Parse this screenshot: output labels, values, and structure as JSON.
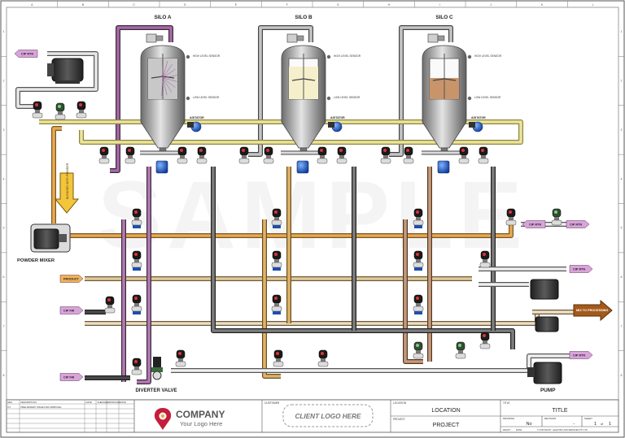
{
  "grid": {
    "columns": [
      "A",
      "B",
      "C",
      "D",
      "E",
      "F",
      "G",
      "H",
      "I",
      "J",
      "K",
      "L"
    ],
    "rows": [
      "1",
      "2",
      "3",
      "4",
      "5",
      "6",
      "7",
      "8"
    ]
  },
  "silos": [
    {
      "name": "SILO A",
      "fill": "#c8c8c8"
    },
    {
      "name": "SILO B",
      "fill": "#f6efcc"
    },
    {
      "name": "SILO C",
      "fill": "#c9946a"
    }
  ],
  "sensors": {
    "high": "HIGH LEVEL SENSOR",
    "low": "LOW LEVEL SENSOR"
  },
  "agitator_label": "AGITATOR",
  "equipment": {
    "powder_mixer": "POWDER MIXER",
    "diverter_valve": "DIVERTER VALVE",
    "pump": "PUMP",
    "vertical_arrow_text": "BLENDED WITH POWDER"
  },
  "flags": {
    "cip_rtn_top": "CIP RTN",
    "cip_rtn_right1": "CIP RTN",
    "cip_rtn_right2": "CIP RTN",
    "cip_rtn_right3": "CIP RTN",
    "cip_rtn_right4": "CIP RTN",
    "product": "PRODUCT",
    "cip_fw_1": "CIP FW",
    "cip_fw_2": "CIP FW",
    "processing": "MIX TO PROCESSING"
  },
  "title_block": {
    "rev_headers": [
      "REV",
      "DESCRIPTION",
      "DATE",
      "CHECKED",
      "APPROVED",
      "DATE"
    ],
    "rev_row": [
      "P1",
      "PRELIMINARY ISSUE FOR APPROVAL",
      "",
      "",
      "",
      ""
    ],
    "company": "COMPANY",
    "tagline": "Your Logo Here",
    "customer_label": "CUSTOMER",
    "client_logo": "CLIENT LOGO HERE",
    "location_label": "LOCATION",
    "location": "LOCATION",
    "project_label": "PROJECT",
    "project": "PROJECT",
    "title_label": "TITLE",
    "title": "TITLE",
    "drawing_no_label": "DRAWING",
    "drawing_no": "No",
    "revision_label": "REVISION",
    "revision": "-",
    "sheet_label": "SHEET",
    "sheet": "1",
    "of": "of",
    "sheets": "1",
    "copyright": "© COPYRIGHT - ELECTRIC AND SERVICES PTY LTD",
    "draft_label": "DRAFT",
    "date_label": "DATE"
  },
  "watermark": "SAMPLE",
  "colors": {
    "silo_a_line": "#9a5a9a",
    "yellow_line": "#e8e08a",
    "orange_line": "#e0a44c",
    "grey_line": "#8a8a8a",
    "dark_line": "#4a4a4a",
    "flag_fill": "#d9a4d9",
    "process_arrow": "#b5651d"
  }
}
